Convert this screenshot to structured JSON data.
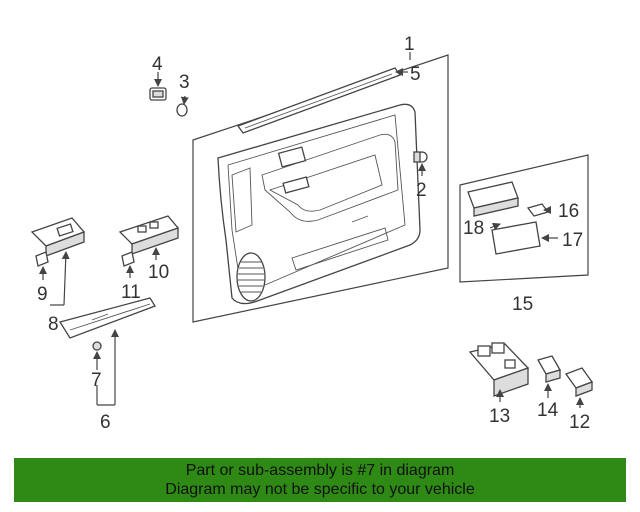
{
  "diagram": {
    "callouts": [
      "1",
      "2",
      "3",
      "4",
      "5",
      "6",
      "7",
      "8",
      "9",
      "10",
      "11",
      "12",
      "13",
      "14",
      "15",
      "16",
      "17",
      "18"
    ]
  },
  "banner": {
    "line1": "Part or sub-assembly is #7 in diagram",
    "line2": "Diagram may not be specific to your vehicle",
    "color": "#2e8a14"
  }
}
